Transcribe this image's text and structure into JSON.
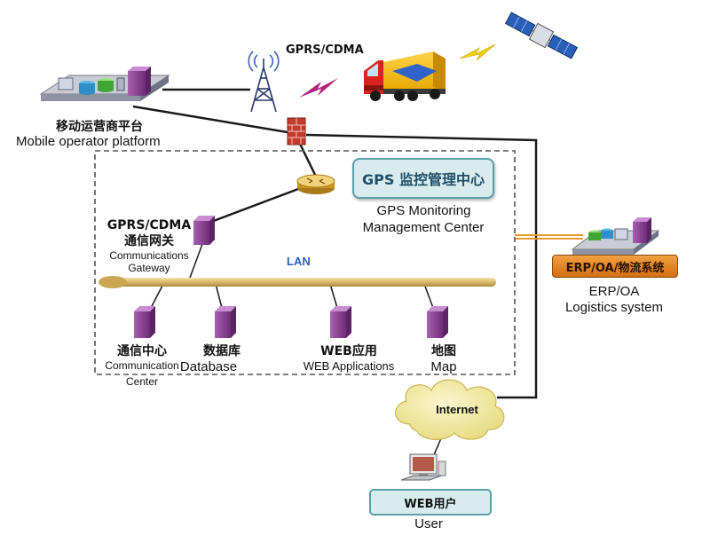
{
  "links": {
    "gprs": "GPRS/CDMA"
  },
  "mobile_platform": {
    "zh": "移动运营商平台",
    "en": "Mobile operator platform"
  },
  "gps_center": {
    "box": "GPS 监控管理中心",
    "en_line1": "GPS Monitoring",
    "en_line2": "Management Center"
  },
  "gateway": {
    "zh_line1": "GPRS/CDMA",
    "zh_line2": "通信网关",
    "en_line1": "Communications",
    "en_line2": "Gateway"
  },
  "lan": {
    "label": "LAN"
  },
  "servers": [
    {
      "zh": "通信中心",
      "en_line1": "Communication",
      "en_line2": "Center"
    },
    {
      "zh": "数据库",
      "en_line1": "Database"
    },
    {
      "zh": "WEB应用",
      "en_line1": "WEB Applications"
    },
    {
      "zh": "地图",
      "en_line1": "Map"
    }
  ],
  "erp": {
    "box": "ERP/OA/物流系统",
    "en_line1": "ERP/OA",
    "en_line2": "Logistics system"
  },
  "internet": {
    "label": "Internet"
  },
  "web_user": {
    "box": "WEB用户",
    "en": "User"
  },
  "colors": {
    "server_purple": "#8a3e94",
    "lan_bus": "#d8b86c",
    "gps_box_fill": "#d8ecee",
    "erp_box_fill": "#e88a2a",
    "cloud_fill": "#f3eba2",
    "firewall_red": "#c43b2c"
  }
}
